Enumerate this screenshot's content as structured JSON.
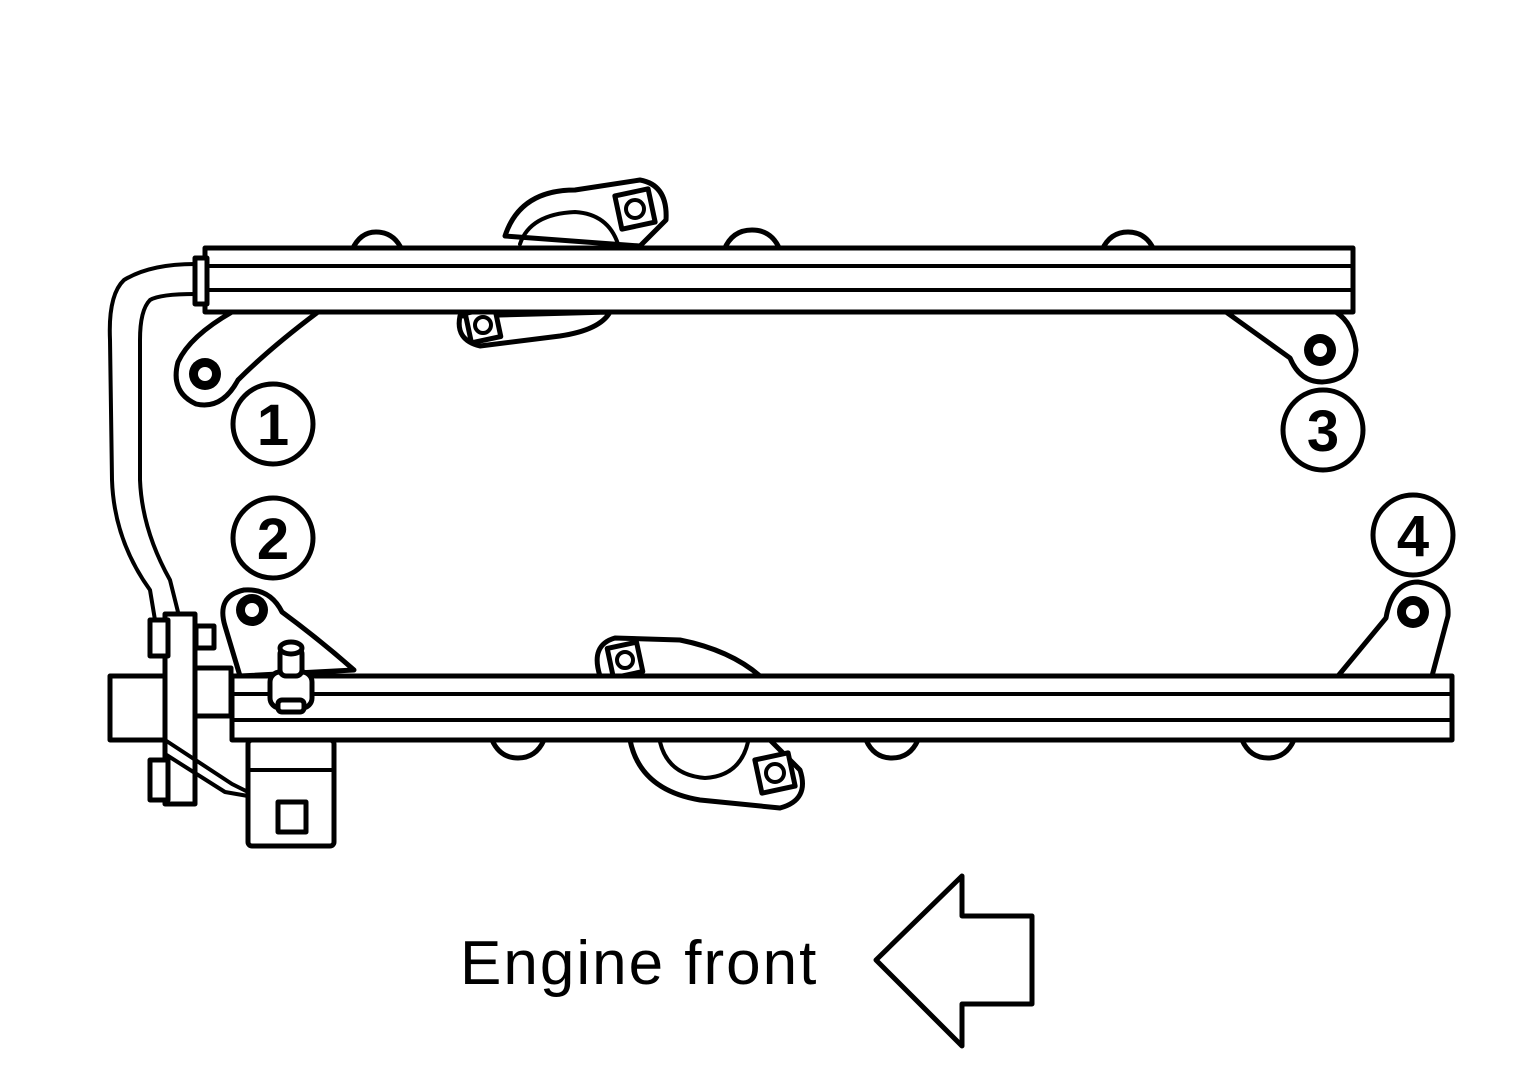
{
  "labels": {
    "bolt_1": "1",
    "bolt_2": "2",
    "bolt_3": "3",
    "bolt_4": "4",
    "direction": "Engine front"
  },
  "colors": {
    "line": "#000000",
    "background": "#ffffff"
  },
  "icons": {
    "direction_arrow": "arrow-left-icon"
  }
}
